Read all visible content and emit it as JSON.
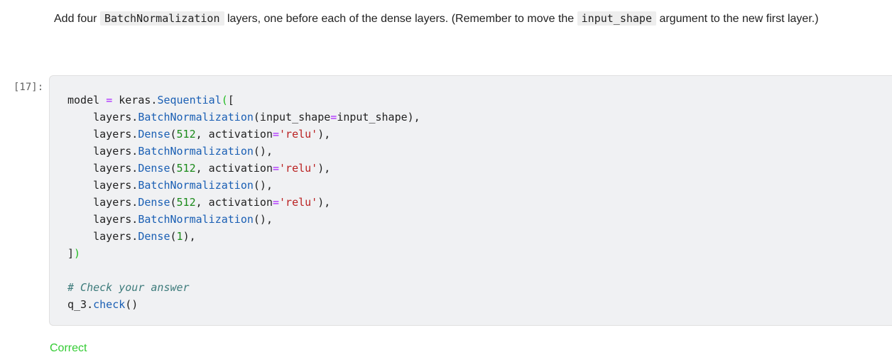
{
  "markdown": {
    "parts": [
      "Add four ",
      "BatchNormalization",
      " layers, one before each of the dense layers. (Remember to move the ",
      "input_shape",
      " argument to the new first layer.)"
    ]
  },
  "cell": {
    "prompt": "[17]:",
    "code_lines": [
      [
        [
          "pl",
          "model "
        ],
        [
          "op",
          "="
        ],
        [
          "pl",
          " keras."
        ],
        [
          "kw",
          "Sequential"
        ],
        [
          "brk",
          "("
        ],
        [
          "pl",
          "["
        ]
      ],
      [
        [
          "pl",
          "    layers."
        ],
        [
          "kw",
          "BatchNormalization"
        ],
        [
          "pl",
          "(input_shape"
        ],
        [
          "op",
          "="
        ],
        [
          "pl",
          "input_shape),"
        ]
      ],
      [
        [
          "pl",
          "    layers."
        ],
        [
          "kw",
          "Dense"
        ],
        [
          "pl",
          "("
        ],
        [
          "num",
          "512"
        ],
        [
          "pl",
          ", activation"
        ],
        [
          "op",
          "="
        ],
        [
          "str",
          "'relu'"
        ],
        [
          "pl",
          "),"
        ]
      ],
      [
        [
          "pl",
          "    layers."
        ],
        [
          "kw",
          "BatchNormalization"
        ],
        [
          "pl",
          "(),"
        ]
      ],
      [
        [
          "pl",
          "    layers."
        ],
        [
          "kw",
          "Dense"
        ],
        [
          "pl",
          "("
        ],
        [
          "num",
          "512"
        ],
        [
          "pl",
          ", activation"
        ],
        [
          "op",
          "="
        ],
        [
          "str",
          "'relu'"
        ],
        [
          "pl",
          "),"
        ]
      ],
      [
        [
          "pl",
          "    layers."
        ],
        [
          "kw",
          "BatchNormalization"
        ],
        [
          "pl",
          "(),"
        ]
      ],
      [
        [
          "pl",
          "    layers."
        ],
        [
          "kw",
          "Dense"
        ],
        [
          "pl",
          "("
        ],
        [
          "num",
          "512"
        ],
        [
          "pl",
          ", activation"
        ],
        [
          "op",
          "="
        ],
        [
          "str",
          "'relu'"
        ],
        [
          "pl",
          "),"
        ]
      ],
      [
        [
          "pl",
          "    layers."
        ],
        [
          "kw",
          "BatchNormalization"
        ],
        [
          "pl",
          "(),"
        ]
      ],
      [
        [
          "pl",
          "    layers."
        ],
        [
          "kw",
          "Dense"
        ],
        [
          "pl",
          "("
        ],
        [
          "num",
          "1"
        ],
        [
          "pl",
          "),"
        ]
      ],
      [
        [
          "pl",
          "]"
        ],
        [
          "brk",
          ")"
        ]
      ],
      [],
      [
        [
          "cm",
          "# Check your answer"
        ]
      ],
      [
        [
          "pl",
          "q_3."
        ],
        [
          "kw",
          "check"
        ],
        [
          "pl",
          "()"
        ]
      ]
    ]
  },
  "output": {
    "text": "Correct",
    "color": "#33cc33"
  }
}
